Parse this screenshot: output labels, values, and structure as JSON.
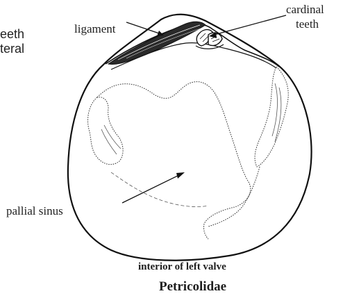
{
  "labels": {
    "ligament": "ligament",
    "cardinal_line1": "cardinal",
    "cardinal_line2": "teeth",
    "pallial_sinus": "pallial sinus",
    "fragment_line1": "eeth",
    "fragment_line2": "teral"
  },
  "captions": {
    "view": "interior of left valve",
    "family": "Petricolidae"
  }
}
